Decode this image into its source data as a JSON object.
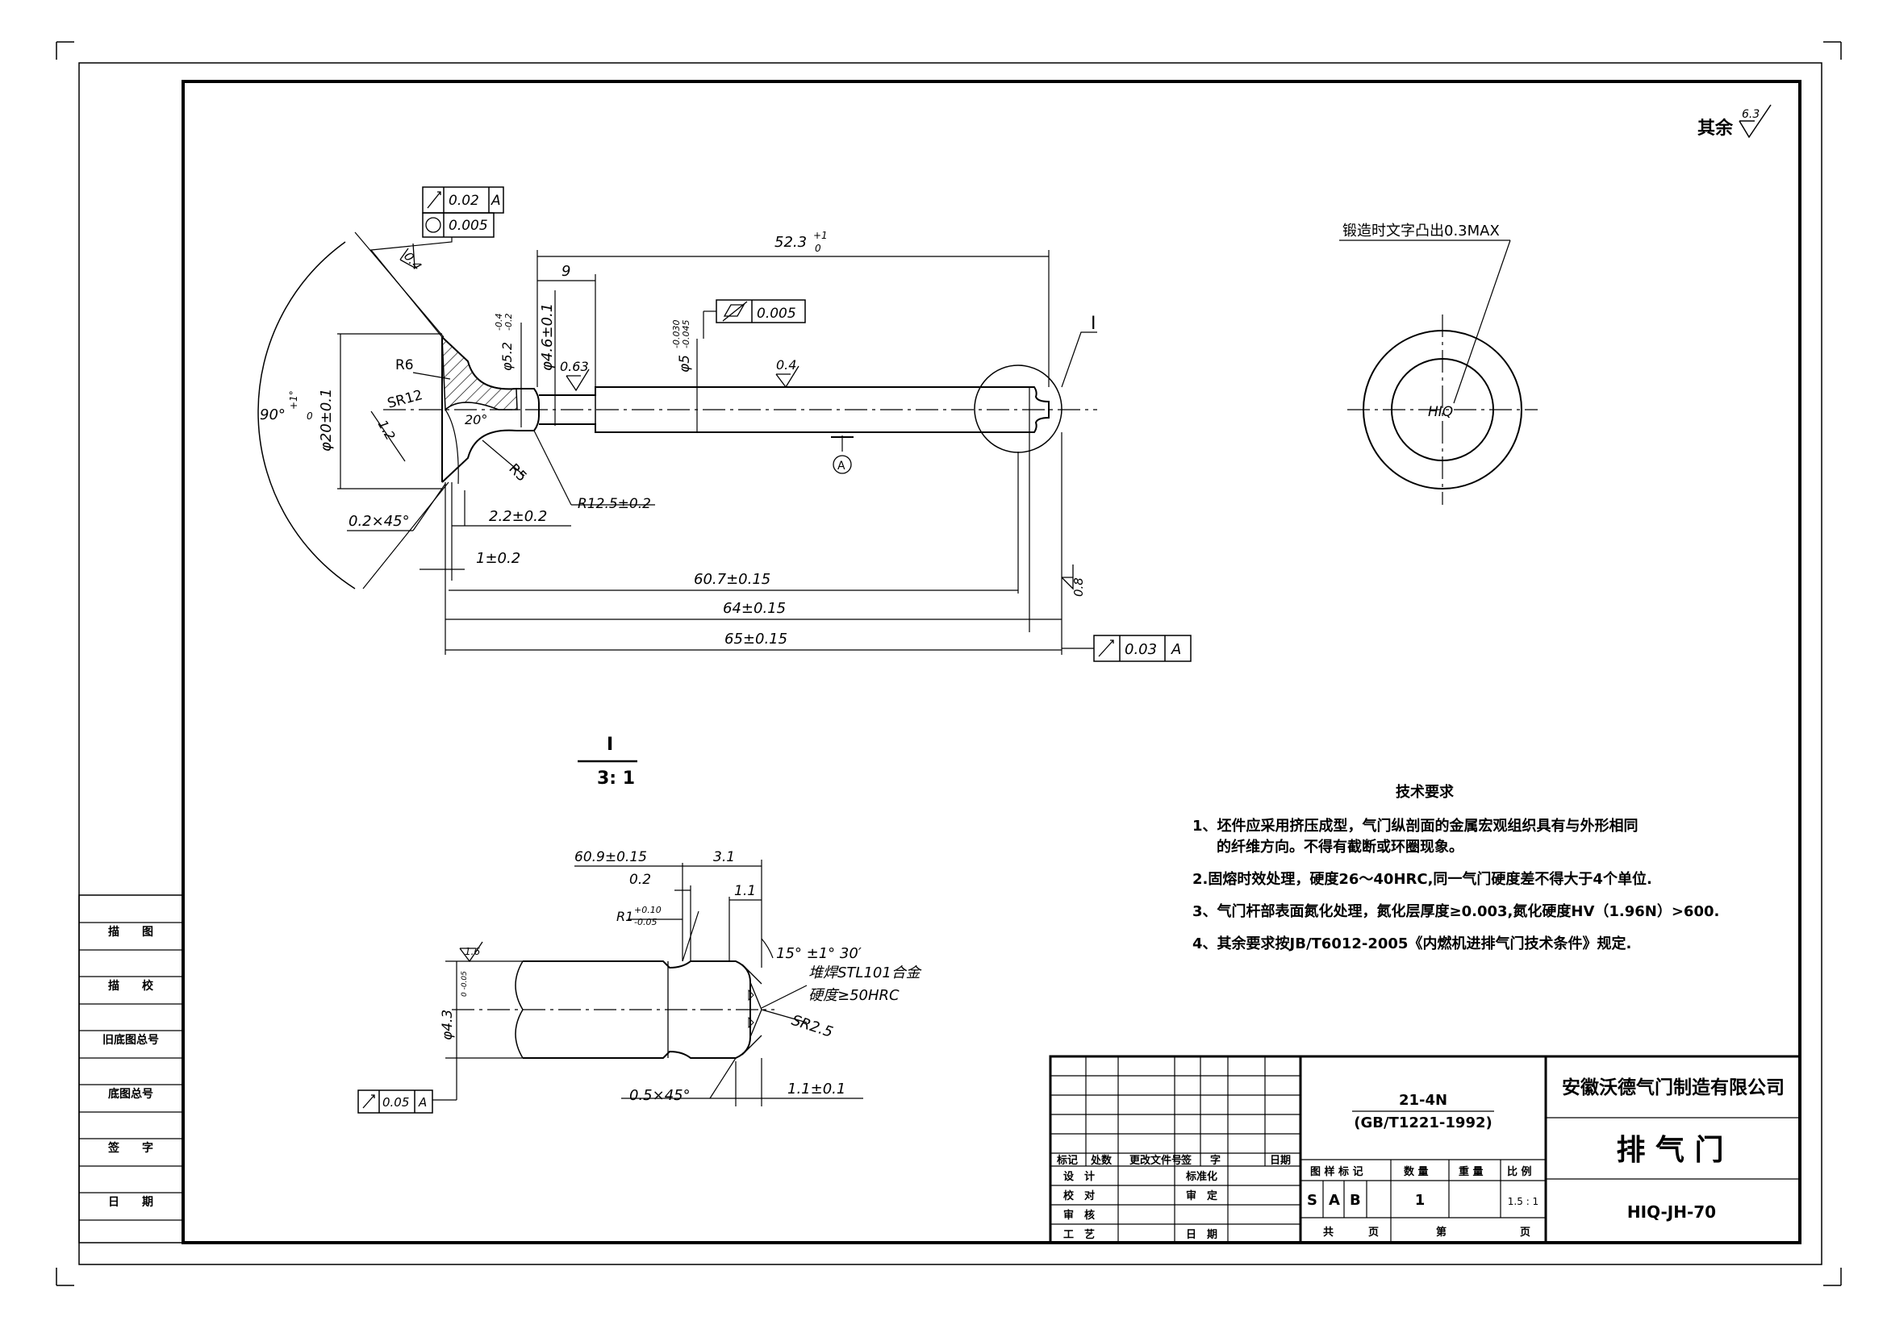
{
  "surface_finish": {
    "label": "其余",
    "value": "6.3"
  },
  "gdt": {
    "head_runout": "0.02",
    "head_runout_datum": "A",
    "head_roundness": "0.005",
    "stem_cyl": "0.005",
    "face_runout": "0.03",
    "face_runout_datum": "A",
    "detail_runout": "0.05",
    "detail_runout_datum": "A"
  },
  "datum": "A",
  "roughness": {
    "seat": "0.4",
    "stem": "0.4",
    "neck": "0.63",
    "end": "0.8",
    "detail": "1.6"
  },
  "dims": {
    "d523": "52.3",
    "d523_tol_up": "+1",
    "d523_tol_lo": "0",
    "d9": "9",
    "d_stem": "φ5",
    "d_stem_up": "-0.030",
    "d_stem_lo": "-0.045",
    "d_46": "φ4.6±0.1",
    "d_52": "φ5.2",
    "d_52_up": "-0.4",
    "d_52_lo": "-0.2",
    "d_20": "φ20±0.1",
    "r6": "R6",
    "sr12": "SR12",
    "d12": "1.2",
    "a20": "20°",
    "r5": "R5",
    "a90": "90°",
    "a90_up": "+1°",
    "a90_lo": "0",
    "ch02": "0.2×45°",
    "d22": "2.2±0.2",
    "r125": "R12.5±0.2",
    "d1": "1±0.2",
    "d607": "60.7±0.15",
    "d64": "64±0.15",
    "d65": "65±0.15",
    "view_label": "I"
  },
  "marking": {
    "note": "锻造时文字凸出0.3MAX",
    "text": "HIQ"
  },
  "detail": {
    "label": "I",
    "scale": "3: 1",
    "d609": "60.9±0.15",
    "d02": "0.2",
    "d31": "3.1",
    "d11": "1.1",
    "r1": "R1",
    "r1_up": "+0.10",
    "r1_lo": "-0.05",
    "ang": "15° ±1° 30′",
    "weld": "堆焊STL101合金",
    "hard": "硬度≥50HRC",
    "sr25": "SR2.5",
    "d43": "φ4.3",
    "d43_tol": "0\n-0.05",
    "ch05": "0.5×45°",
    "d11b": "1.1±0.1"
  },
  "tech": {
    "title": "技术要求",
    "items": [
      "1、坯件应采用挤压成型，气门纵剖面的金属宏观组织具有与外形相同",
      "的纤维方向。不得有截断或环圈现象。",
      "2.固熔时效处理，硬度26～40HRC,同一气门硬度差不得大于4个单位.",
      "3、气门杆部表面氮化处理，氮化层厚度≥0.003,氮化硬度HV（1.96N）>600.",
      "4、其余要求按JB/T6012-2005《内燃机进排气门技术条件》规定."
    ]
  },
  "sidebar": [
    "描　　图",
    "描　　校",
    "旧底图总号",
    "底图总号",
    "签　　字",
    "日　　期"
  ],
  "titleblock": {
    "material": "21-4N",
    "standard": "(GB/T1221-1992)",
    "company": "安徽沃德气门制造有限公司",
    "part_name": "排 气 门",
    "drawing_no": "HIQ-JH-70",
    "hdr": [
      "标记",
      "处数",
      "更改文件号",
      "签",
      "字",
      "日期"
    ],
    "rows_left": [
      "设　计",
      "校　对",
      "审　核",
      "工　艺"
    ],
    "rows_mid": [
      "标准化",
      "审　定",
      "",
      "日　期"
    ],
    "stage_hdr": [
      "图 样 标 记",
      "数 量",
      "重 量",
      "比 例"
    ],
    "stage": [
      "S",
      "A",
      "B"
    ],
    "qty": "1",
    "scale": "1.5 : 1",
    "sheet": [
      "共",
      "页",
      "第",
      "页"
    ]
  }
}
